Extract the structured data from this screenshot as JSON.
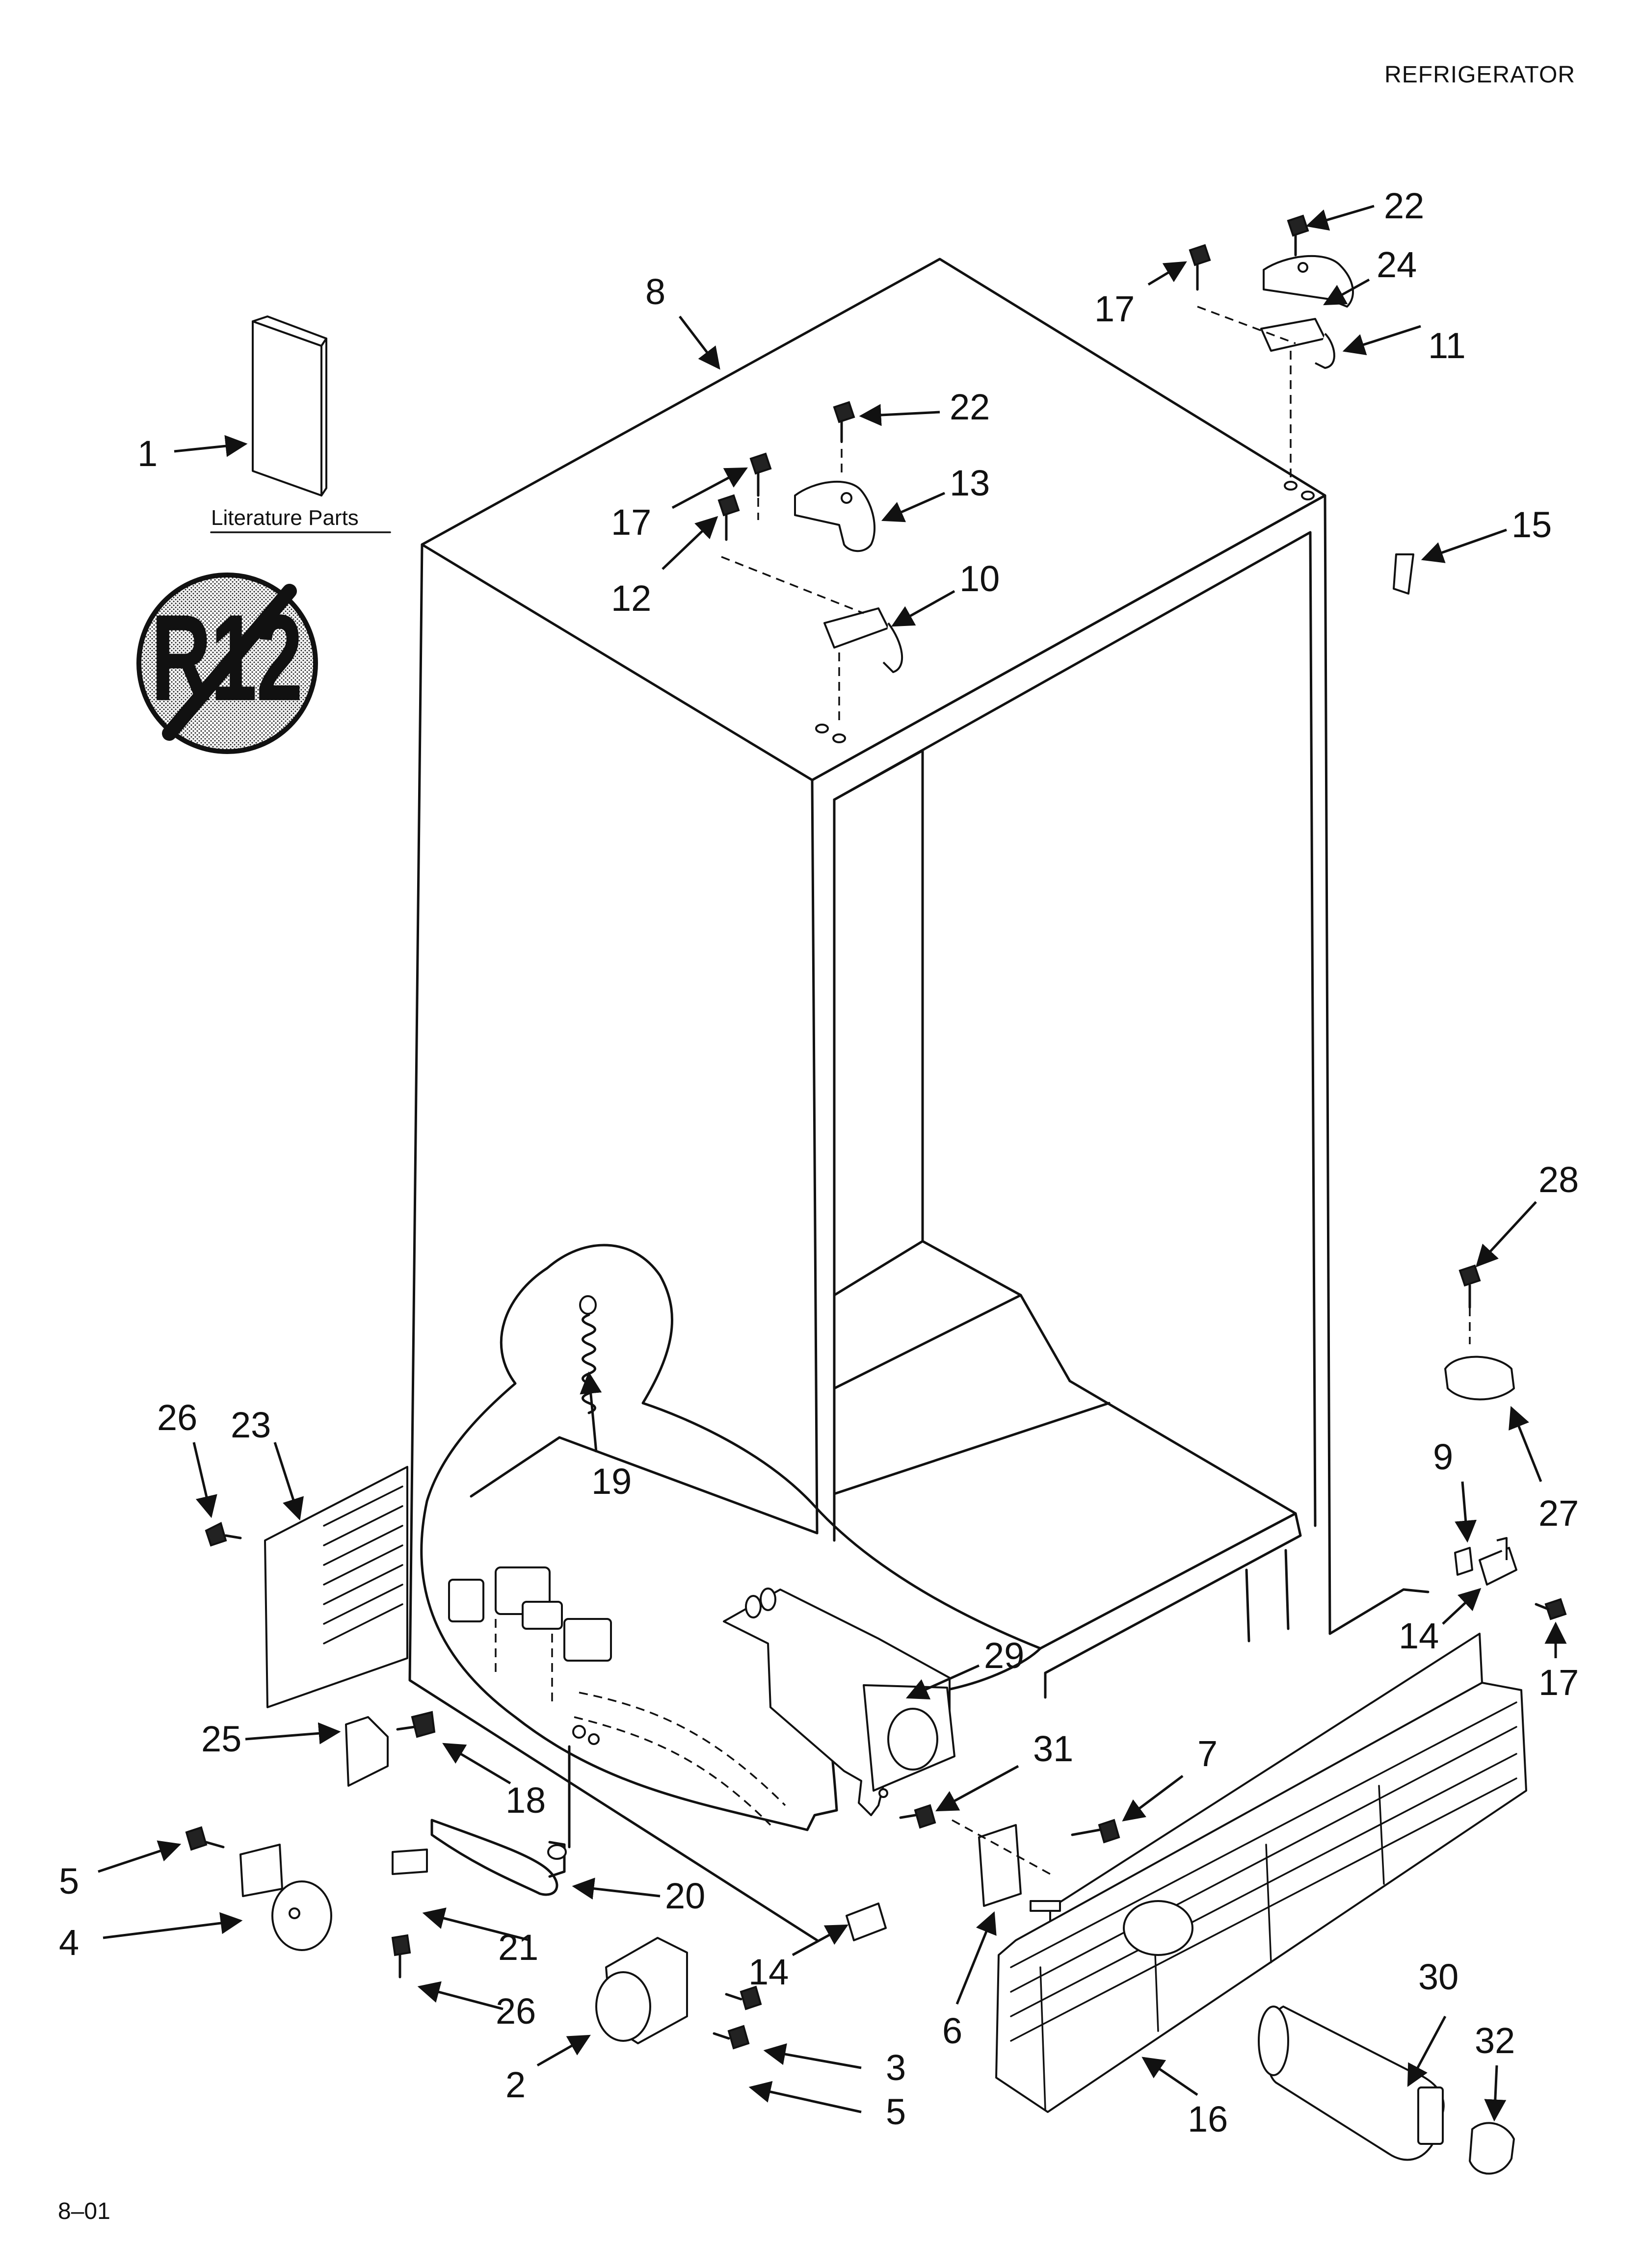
{
  "header": {
    "title": "REFRIGERATOR"
  },
  "footer": {
    "code": "8–01"
  },
  "literature": {
    "label": "Literature Parts"
  },
  "badge": {
    "text": "R12"
  },
  "callouts": [
    {
      "id": "c1",
      "label": "1"
    },
    {
      "id": "c8",
      "label": "8"
    },
    {
      "id": "c22a",
      "label": "22"
    },
    {
      "id": "c22b",
      "label": "22"
    },
    {
      "id": "c17a",
      "label": "17"
    },
    {
      "id": "c24",
      "label": "24"
    },
    {
      "id": "c11",
      "label": "11"
    },
    {
      "id": "c13",
      "label": "13"
    },
    {
      "id": "c17b",
      "label": "17"
    },
    {
      "id": "c12",
      "label": "12"
    },
    {
      "id": "c10",
      "label": "10"
    },
    {
      "id": "c15",
      "label": "15"
    },
    {
      "id": "c28",
      "label": "28"
    },
    {
      "id": "c9",
      "label": "9"
    },
    {
      "id": "c27",
      "label": "27"
    },
    {
      "id": "c14a",
      "label": "14"
    },
    {
      "id": "c17c",
      "label": "17"
    },
    {
      "id": "c26a",
      "label": "26"
    },
    {
      "id": "c23",
      "label": "23"
    },
    {
      "id": "c19",
      "label": "19"
    },
    {
      "id": "c29",
      "label": "29"
    },
    {
      "id": "c25",
      "label": "25"
    },
    {
      "id": "c18",
      "label": "18"
    },
    {
      "id": "c31",
      "label": "31"
    },
    {
      "id": "c7",
      "label": "7"
    },
    {
      "id": "c5a",
      "label": "5"
    },
    {
      "id": "c4",
      "label": "4"
    },
    {
      "id": "c20",
      "label": "20"
    },
    {
      "id": "c21",
      "label": "21"
    },
    {
      "id": "c26b",
      "label": "26"
    },
    {
      "id": "c14b",
      "label": "14"
    },
    {
      "id": "c6",
      "label": "6"
    },
    {
      "id": "c2",
      "label": "2"
    },
    {
      "id": "c3",
      "label": "3"
    },
    {
      "id": "c5b",
      "label": "5"
    },
    {
      "id": "c16",
      "label": "16"
    },
    {
      "id": "c30",
      "label": "30"
    },
    {
      "id": "c32",
      "label": "32"
    }
  ]
}
